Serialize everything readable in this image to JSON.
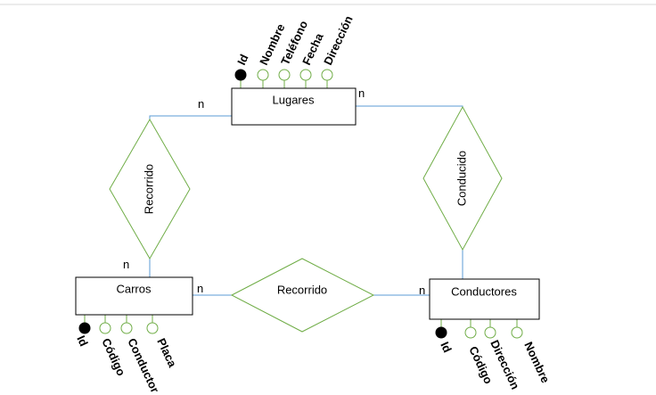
{
  "colors": {
    "entity_border": "#000000",
    "relationship_border": "#70ad47",
    "connector": "#5b9bd5",
    "attribute_outline": "#70ad47",
    "key_fill": "#000000",
    "text": "#000000"
  },
  "entities": {
    "lugares": {
      "label": "Lugares"
    },
    "carros": {
      "label": "Carros"
    },
    "conductores": {
      "label": "Conductores"
    }
  },
  "relationships": {
    "lugares_carros": {
      "label": "Recorrido"
    },
    "lugares_conductores": {
      "label": "Conducido"
    },
    "carros_conductores": {
      "label": "Recorrido"
    }
  },
  "cardinalities": {
    "lugares_left": "n",
    "lugares_right": "n",
    "carros_top": "n",
    "carros_right": "n",
    "conductores_left": "n"
  },
  "attributes": {
    "lugares": [
      {
        "label": "Id",
        "key": true
      },
      {
        "label": "Nombre",
        "key": false
      },
      {
        "label": "Teléfono",
        "key": false
      },
      {
        "label": "Fecha",
        "key": false
      },
      {
        "label": "Dirección",
        "key": false
      }
    ],
    "carros": [
      {
        "label": "Id",
        "key": true
      },
      {
        "label": "Código",
        "key": false
      },
      {
        "label": "Conductor",
        "key": false
      },
      {
        "label": "Placa",
        "key": false
      }
    ],
    "conductores": [
      {
        "label": "Id",
        "key": true
      },
      {
        "label": "Código",
        "key": false
      },
      {
        "label": "Dirección",
        "key": false
      },
      {
        "label": "Nombre",
        "key": false
      }
    ]
  }
}
